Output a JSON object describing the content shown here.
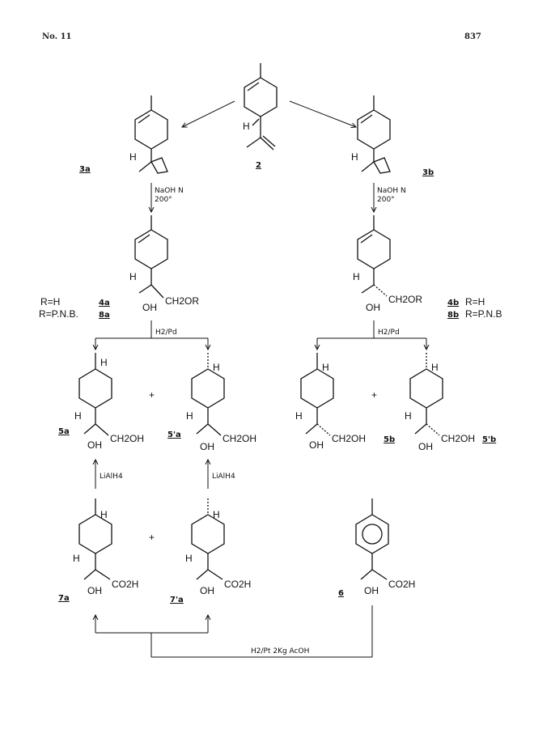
{
  "header": {
    "journal": "No. 11",
    "page": "837"
  },
  "compounds": {
    "c2": "2",
    "c3a": "3a",
    "c3b": "3b",
    "c4a": "4a",
    "c8a": "8a",
    "c4b": "4b",
    "c8b": "8b",
    "c5a": "5a",
    "c5a_prime": "5'a",
    "c5b": "5b",
    "c5b_prime": "5'b",
    "c7a": "7a",
    "c7a_prime": "7'a",
    "c6": "6"
  },
  "conditions": {
    "naoh_a": "NaOH N",
    "temp_a": "200°",
    "naoh_b": "NaOH N",
    "temp_b": "200°",
    "h2pd_a": "H2/Pd",
    "h2pd_b": "H2/Pd",
    "lialh4_a": "LiAlH4",
    "lialh4_b": "LiAlH4",
    "bottom": "H2/Pt 2Kg AcOH"
  },
  "substituents": {
    "r_h_left": "R=H",
    "r_pnb_left": "R=P.N.B.",
    "r_h_right": "R=H",
    "r_pnb_right": "R=P.N.B",
    "ch2or": "CH2OR",
    "ch2oh": "CH2OH",
    "co2h": "CO2H",
    "oh": "OH",
    "h": "H",
    "plus": "+"
  }
}
